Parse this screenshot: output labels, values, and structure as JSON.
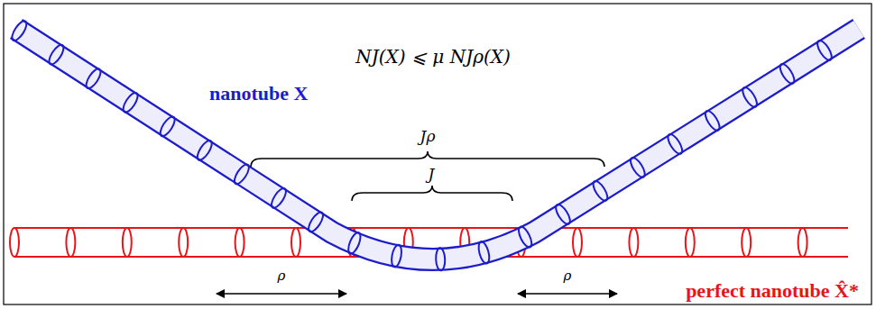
{
  "diagram": {
    "labels": [
      "NJ(X) ⩽ μ NJρ(X)",
      "nanotube X",
      "Jρ",
      "J",
      "ρ",
      "ρ",
      "perfect nanotube X̂*"
    ]
  }
}
